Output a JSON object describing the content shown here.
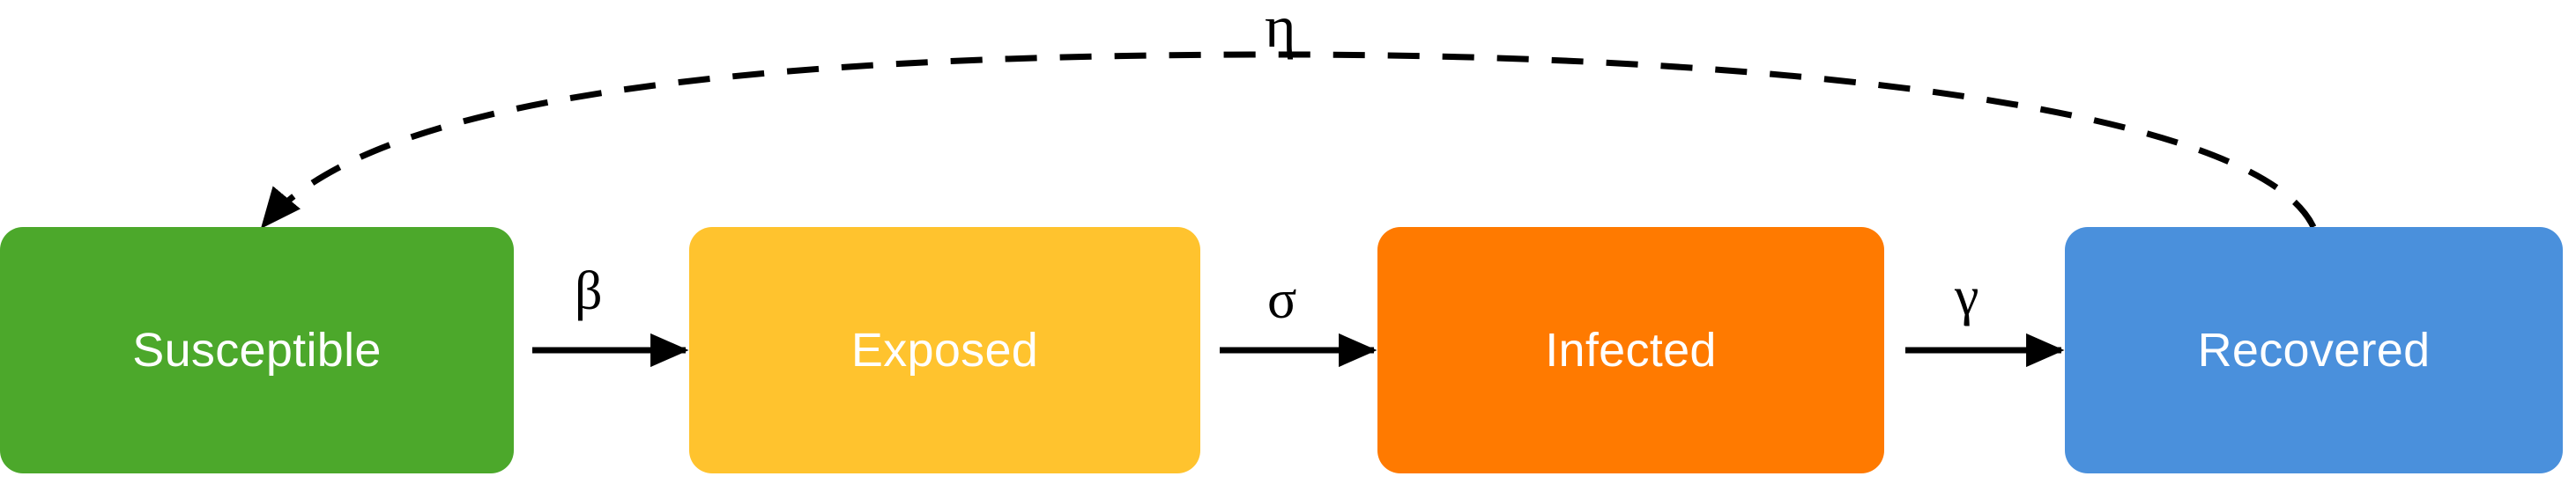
{
  "diagram": {
    "type": "seir-compartmental-model",
    "background_color": "#ffffff",
    "compartments": [
      {
        "id": "susceptible",
        "label": "Susceptible",
        "color": "#4CA82B",
        "text_color": "#ffffff"
      },
      {
        "id": "exposed",
        "label": "Exposed",
        "color": "#FFC32E",
        "text_color": "#ffffff"
      },
      {
        "id": "infected",
        "label": "Infected",
        "color": "#FF7A00",
        "text_color": "#ffffff"
      },
      {
        "id": "recovered",
        "label": "Recovered",
        "color": "#4A90DC",
        "text_color": "#ffffff"
      }
    ],
    "transitions": [
      {
        "id": "beta",
        "label": "β",
        "from": "susceptible",
        "to": "exposed",
        "style": "solid",
        "color": "#000000"
      },
      {
        "id": "sigma",
        "label": "σ",
        "from": "exposed",
        "to": "infected",
        "style": "solid",
        "color": "#000000"
      },
      {
        "id": "gamma",
        "label": "γ",
        "from": "infected",
        "to": "recovered",
        "style": "solid",
        "color": "#000000"
      },
      {
        "id": "eta",
        "label": "η",
        "from": "recovered",
        "to": "susceptible",
        "style": "dashed",
        "color": "#000000"
      }
    ]
  }
}
